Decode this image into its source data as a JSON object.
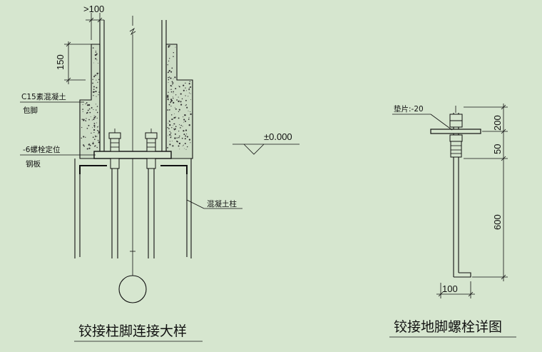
{
  "left_detail": {
    "title": "铰接柱脚连接大样",
    "dim_gap": ">100",
    "dim_height": "150",
    "label_concrete_1": "C15素混凝土",
    "label_concrete_2": "包脚",
    "label_plate_1": "-6螺栓定位",
    "label_plate_2": "钢板",
    "label_column": "混凝土柱",
    "elevation": "±0.000"
  },
  "right_detail": {
    "title": "铰接地脚螺栓详图",
    "label_washer": "垫片:-20",
    "dim_top": "200",
    "dim_mid": "50",
    "dim_bottom": "600",
    "dim_hook": "100"
  }
}
